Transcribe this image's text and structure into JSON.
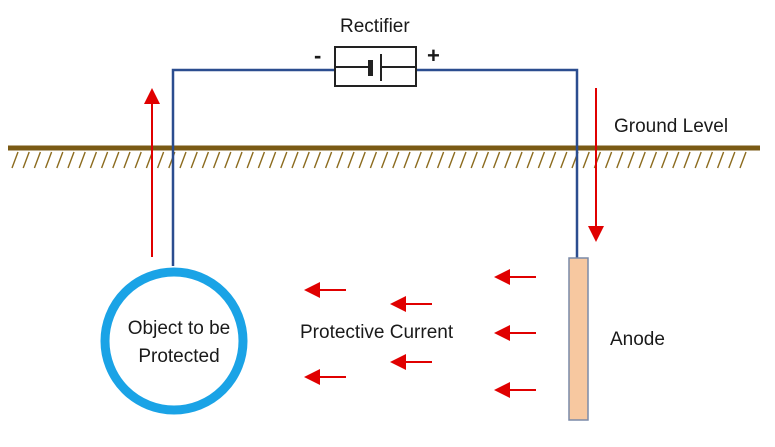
{
  "labels": {
    "rectifier": "Rectifier",
    "minus": "-",
    "plus": "+",
    "ground_level": "Ground Level",
    "object_line1": "Object to be",
    "object_line2": "Protected",
    "protective_current": "Protective Current",
    "anode": "Anode"
  },
  "colors": {
    "ground": "#7a5a14",
    "hatch": "#8c6b1e",
    "wire": "#2b4d8f",
    "arrow": "#e00000",
    "pipe_ring": "#1aa3e6",
    "anode_fill": "#f7c8a0",
    "anode_stroke": "#7a8aa8",
    "rectifier_stroke": "#222222"
  }
}
